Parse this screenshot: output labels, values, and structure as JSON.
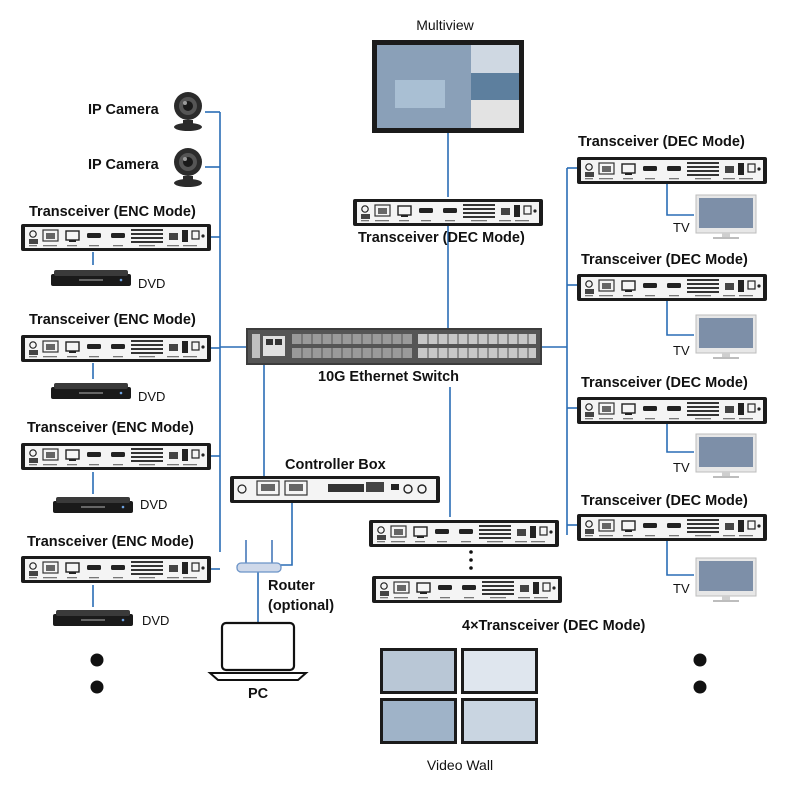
{
  "labels": {
    "multiview": "Multiview",
    "ip_camera_1": "IP Camera",
    "ip_camera_2": "IP Camera",
    "enc_1": "Transceiver (ENC Mode)",
    "enc_2": "Transceiver (ENC Mode)",
    "enc_3": "Transceiver (ENC Mode)",
    "enc_4": "Transceiver (ENC Mode)",
    "dvd_1": "DVD",
    "dvd_2": "DVD",
    "dvd_3": "DVD",
    "dvd_4": "DVD",
    "dec_center": "Transceiver (DEC Mode)",
    "dec_1": "Transceiver (DEC Mode)",
    "dec_2": "Transceiver (DEC Mode)",
    "dec_3": "Transceiver (DEC Mode)",
    "dec_4": "Transceiver (DEC Mode)",
    "tv_1": "TV",
    "tv_2": "TV",
    "tv_3": "TV",
    "tv_4": "TV",
    "switch": "10G Ethernet Switch",
    "controller": "Controller Box",
    "router_1": "Router",
    "router_2": "(optional)",
    "pc": "PC",
    "dec_wall": "4×Transceiver (DEC Mode)",
    "video_wall": "Video Wall"
  },
  "colors": {
    "line": "#2a6db5",
    "device_body": "#1b1b1b",
    "device_panel": "#f4f4f4",
    "switch_body": "#3c3c3c"
  }
}
